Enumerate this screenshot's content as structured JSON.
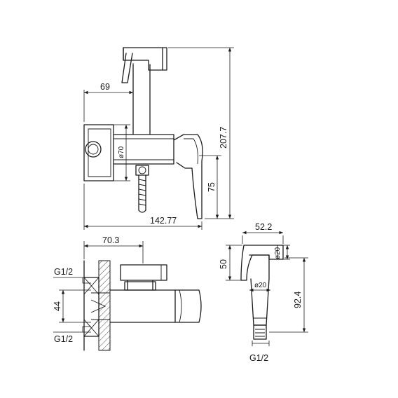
{
  "dimensions": {
    "top_offset": "69",
    "diameter_body": "ø70",
    "total_height": "207.7",
    "lever_height": "75",
    "total_length": "142.77",
    "side_depth": "70.3",
    "thread_top": "G1/2",
    "thread_bottom": "G1/2",
    "inlet_spacing": "44",
    "sprayer_width": "52.2",
    "sprayer_head_dia": "ø20",
    "sprayer_head_height": "50",
    "sprayer_handle_dia": "ø20",
    "sprayer_length": "92.4",
    "sprayer_thread": "G1/2"
  }
}
